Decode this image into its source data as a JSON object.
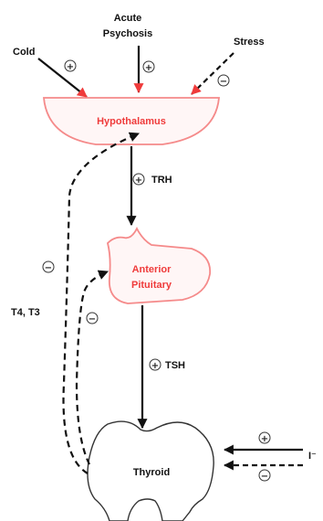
{
  "colors": {
    "organ_outline": "#f58a8a",
    "organ_label": "#ef3b3b",
    "line": "#111111",
    "thyroid_outline": "#333333"
  },
  "inputs": {
    "cold": "Cold",
    "acute_psychosis_line1": "Acute",
    "acute_psychosis_line2": "Psychosis",
    "stress": "Stress"
  },
  "organs": {
    "hypothalamus": "Hypothalamus",
    "anterior_pituitary_line1": "Anterior",
    "anterior_pituitary_line2": "Pituitary",
    "thyroid": "Thyroid"
  },
  "hormones": {
    "trh": "TRH",
    "tsh": "TSH",
    "t4_t3": "T4, T3",
    "iodide": "I⁻"
  },
  "signs": {
    "cold": "+",
    "psychosis": "+",
    "stress": "−",
    "trh": "+",
    "tsh": "+",
    "t4t3_to_hypothalamus": "−",
    "t4t3_to_pituitary": "−",
    "iodide_in": "+",
    "iodide_out": "−"
  }
}
